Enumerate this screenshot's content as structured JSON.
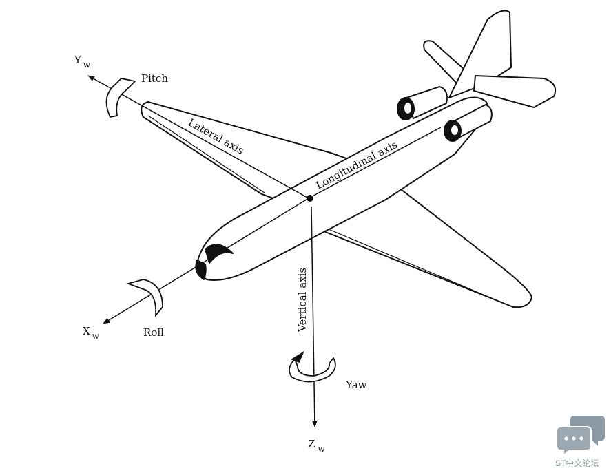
{
  "diagram": {
    "axis_labels": {
      "y_axis_letter": "Y",
      "y_axis_sub": "w",
      "x_axis_letter": "X",
      "x_axis_sub": "w",
      "z_axis_letter": "Z",
      "z_axis_sub": "w"
    },
    "rotation_labels": {
      "pitch": "Pitch",
      "roll": "Roll",
      "yaw": "Yaw"
    },
    "body_axis_labels": {
      "lateral": "Lateral axis",
      "longitudinal": "Longitudinal axis",
      "vertical": "Vertical axis"
    }
  },
  "watermark": {
    "text": "ST中文论坛",
    "icon": "chat-bubbles-icon",
    "color": "#8c9aa5"
  }
}
